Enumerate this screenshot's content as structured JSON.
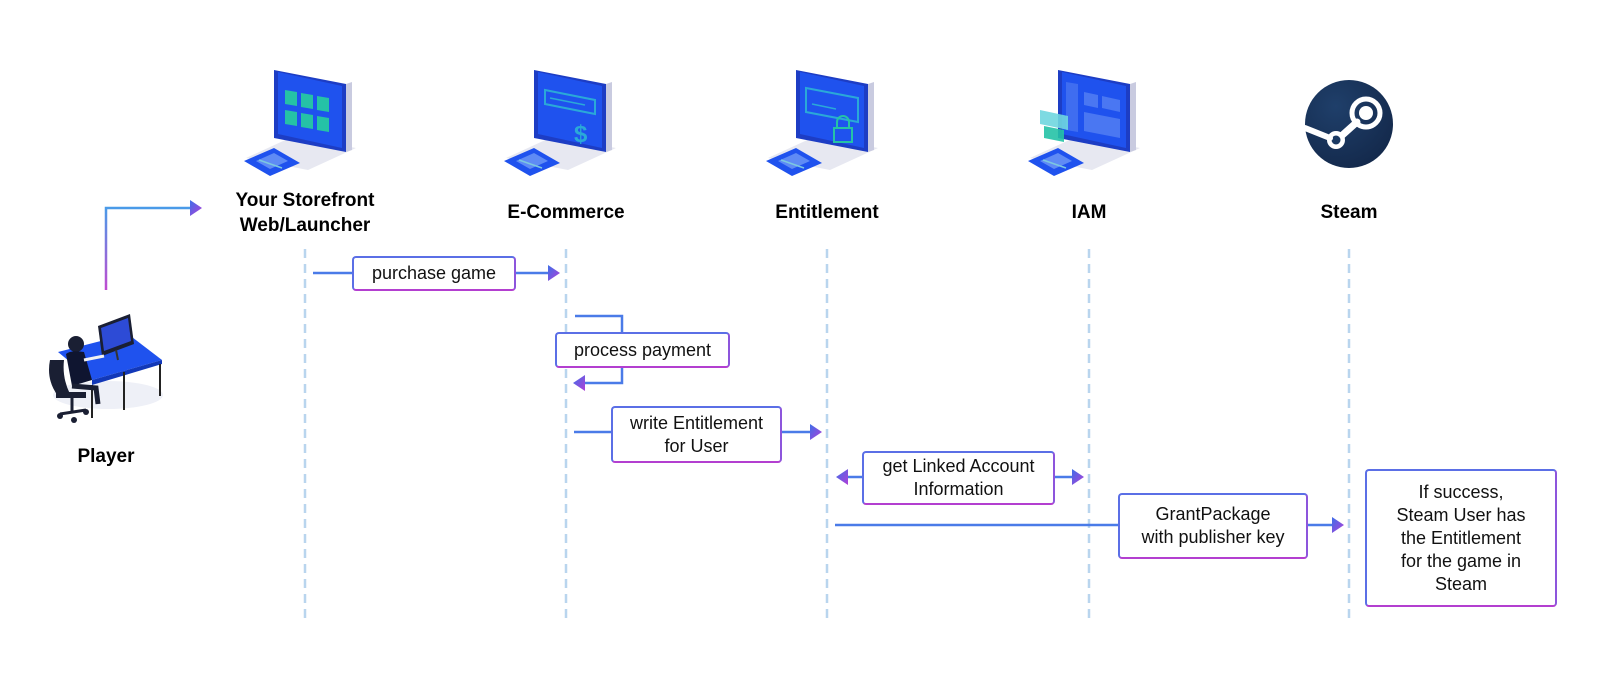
{
  "actors": {
    "player": "Player",
    "storefront": "Your Storefront\nWeb/Launcher",
    "ecommerce": "E-Commerce",
    "entitlement": "Entitlement",
    "iam": "IAM",
    "steam": "Steam"
  },
  "messages": {
    "purchase": "purchase game",
    "process_payment": "process payment",
    "write_entitlement": "write Entitlement\nfor User",
    "linked_account": "get Linked Account\nInformation",
    "grant_package": "GrantPackage\nwith publisher key",
    "result_note": "If success,\nSteam User has\nthe Entitlement\nfor the game in\nSteam"
  },
  "icons": {
    "player": "person-at-desk-icon",
    "storefront": "storefront-monitor-icon",
    "ecommerce": "payment-monitor-icon",
    "entitlement": "lock-monitor-icon",
    "iam": "dashboard-monitor-icon",
    "steam": "steam-logo-icon"
  },
  "colors": {
    "lifeline": "#b9d5ee",
    "arrow": "#4a7be8",
    "arrowhead_start": "#3d6fe8",
    "arrowhead_end": "#b13fd8",
    "monitor": "#1f52ee",
    "steam_logo": "#1b3a63"
  }
}
